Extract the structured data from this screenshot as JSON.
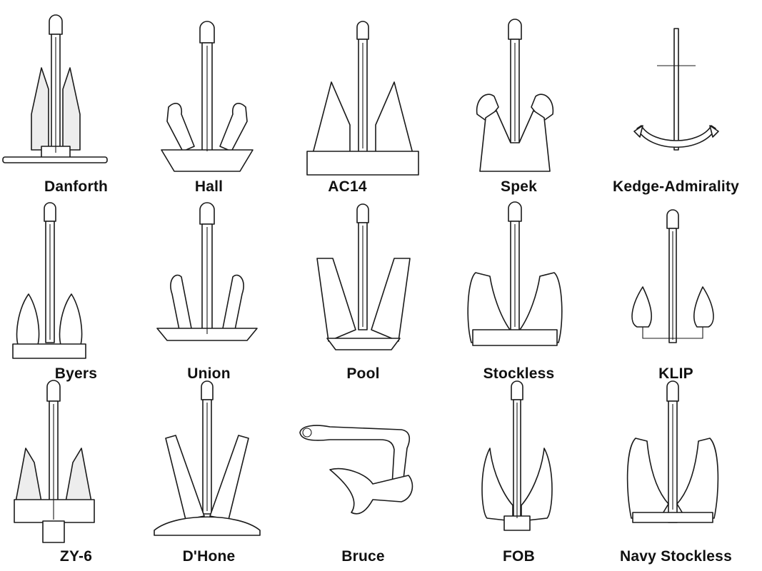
{
  "anchors": [
    {
      "name": "Danforth"
    },
    {
      "name": "Hall"
    },
    {
      "name": "AC14"
    },
    {
      "name": "Spek"
    },
    {
      "name": "Kedge-Admirality"
    },
    {
      "name": "Byers"
    },
    {
      "name": "Union"
    },
    {
      "name": "Pool"
    },
    {
      "name": "Stockless"
    },
    {
      "name": "KLIP"
    },
    {
      "name": "ZY-6"
    },
    {
      "name": "D'Hone"
    },
    {
      "name": "Bruce"
    },
    {
      "name": "FOB"
    },
    {
      "name": "Navy Stockless"
    }
  ]
}
